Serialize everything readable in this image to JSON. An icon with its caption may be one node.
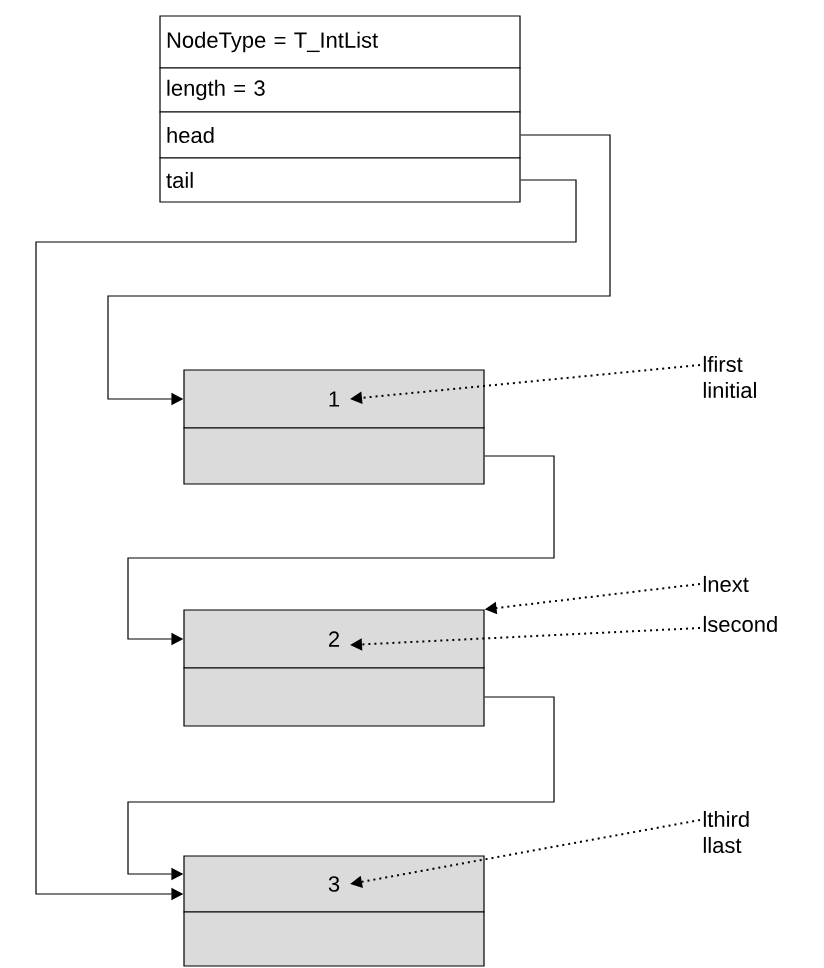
{
  "diagram": {
    "nodes": [
      {
        "text": [
          "NodeType = T_IntList"
        ]
      },
      {
        "text": [
          "length = 3"
        ]
      },
      {
        "text": [
          "head"
        ]
      },
      {
        "text": [
          "tail"
        ]
      },
      {
        "text": [
          "1"
        ]
      },
      {
        "text": [],
        "shape": "box"
      },
      {
        "text": [
          "2"
        ]
      },
      {
        "text": [],
        "shape": "box"
      },
      {
        "text": [
          "3"
        ]
      },
      {
        "text": [],
        "shape": "box"
      },
      {
        "text": [
          "lfirst",
          "linitial"
        ]
      },
      {
        "text": [
          "lnext"
        ]
      },
      {
        "text": [
          "lsecond"
        ]
      },
      {
        "text": [
          "lthird",
          "llast"
        ]
      }
    ],
    "edges": [
      {
        "from": 2,
        "to": 4,
        "arrow": "to"
      },
      {
        "from": 3,
        "to": 8,
        "arrow": "to"
      },
      {
        "from": 5,
        "to": 6,
        "arrow": "to"
      },
      {
        "from": 7,
        "to": 8,
        "arrow": "to"
      },
      {
        "from": 10,
        "to": 4,
        "arrow": "to",
        "style": "dashed"
      },
      {
        "from": 11,
        "to": 6,
        "arrow": "to",
        "style": "dashed"
      },
      {
        "from": 12,
        "to": 6,
        "arrow": "to",
        "style": "dashed"
      },
      {
        "from": 13,
        "to": 8,
        "arrow": "to",
        "style": "dashed"
      }
    ]
  }
}
